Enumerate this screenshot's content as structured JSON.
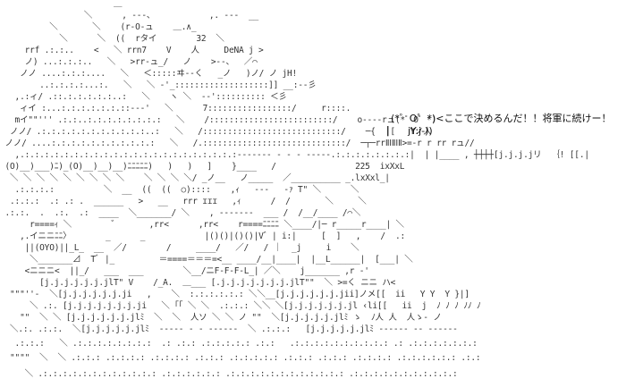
{
  "art": {
    "lines": [
      "                       ＿",
      "                 ＼      , -‐-、           ,. -‐-  __",
      "          ＼       ＼    (r-O-ュ    ＿.∧_      ",
      "            ＼      ＼  ((  rタイ        32  ＼",
      "     rrf .:.:..    <   ＼ rrn7    V    人     DeNA j >",
      "     ノ) ...:.:.:..   ＼   >rr-ュ_/   ノ    >‐-、  ／⌒",
      "    ノノ ....:.:.:....   ＼   ＜:::::ヰ‐‐く   _ノ   )ノ/ ノ jH!",
      "        ..:.:.:.:...:.   ＼   ＼ ‐'_:::::::::::::::::::]] __:-‐彡",
      "   ,.:ィ/ .::.:.:.:.:.:..:   ＼    ヽ ＼  ‐-':::::::::: ＜彡",
      "    ィイ :...:.:.:.:.:.:.::--‐'   ＼      7:::::::::::::::::/     r::::.",
      "   mイ\"\"''' .:.:..:.:.:.:.:.:.:.:   ＼    /:::::::::::::::::::::::::/    o‐‐-‐rュ(*゜O゜*)",
      "  ノノ/ .:.:.:.:.:.:.:.:.:.:.:..:   ＼   /::::::::::::::::::::::::::::/    ─{  ┃[   Yノ人",
      " ノノ/ ....:.:.:.:.:.:.:.:.:.:.:   ＼   /.:::::::::::::::::::::::::::::/  ─┬─rrⅡⅠⅡⅠⅡ>=‐r r rr rュ//",
      "   ,.:.:.:.:.:.:.:.:.:.:.:.:.:.:.:.:.:.:.:.:.:.:‐‐‐‐‐‐‐ ‐ ‐ ‐ ‐‐‐‐‐.:.:.:.:.:.:.:.:|  | |____ , ┼┼┼┼[j.j.j.jリ  ｛! [[.|",
      " (O)__)___)ﾆ)_(O)__)__)__)ﾆﾆﾆﾆﾆ)   )   )   ]    }____   /                225  ixXxL",
      "  ＼ ＼ ＼ ＼ ＼ ＼ ＼ ＼ ＼    ＼ ＼ ＼ ＼/ _ノ__   ノ_____  ／__________ _.lxXxl_|",
      "   .:.:.:.:          ＼  __  ((  ((  ○)::::    ,ｨ   ‐‐‐   -ｧ T\" ＼      ＼",
      "  .:.:.:  .: .: .  ______   >   __   rrr ɪɪɪ   ,ｨ      /  /       ＼     ＼",
      " .:.:.  .  .:.  .:  ____  ＼_______/ ＼    , ‐‐‐---‐  ___ /  /__/____ /⌒＼",
      "      r====ｨ ＼        ゛      ,rr<      ,rr<    r====ﾆﾆﾆﾆ ＼____/|─ r_____r____| ＼",
      "    ,.イニニﾆﾆ〉       _      _            |()()|()()|V゛| i:|     [  ]   ,    /  .:",
      "     ||(OYO)||_L_  __  ／/        /     ____/   ／/   / ｜  _j     i    ＼ ",
      "      ＼_______⊿  Tﾞ |_         ＝====＝＝＝=<__ ____/__|____|  |__L______|  [___| ＼",
      "     <ニニニ<  ||_/   ___  ___        ＼__/ニF‐F‐F‐L_| ／＼    j_______ ,r ‐'",
      "        [j.j.j.j.j.j.jlT\" V    /_A.  ＿___ [.j.j.j.j.j.j.j.jlT\"\"  ＼ >=く ニニ ハ<",
      "  \"\"\"''-  ＼[j.j.j.j.j.j.ji   ,    ＼  :.:.:.:.:.: ＼＼__[j.j.j.j.j.j.jii]ノメ[[  ii   Y Y  Y }|]",
      "      ＼ .:. [j.j.j.j.j.j.j.ji   ＼ ｢｢ ＼ ＼  .:.:.: ＼＼ ＼[j.j.j.j.j.j.jl ‹li[[   ii  j  ﾉ ﾉ ﾉ ﾉﾉ ﾉ",
      "    \"\"  ＼ ＼ [j.j.j.j.j.j.jlﾐ  ＼  ＼  人ソ ＼ ＼ ノ \"\"  ＼[j.j.j.j.j.jlﾐ ゝ  ﾉ人 人  人ゝ‐ ノ",
      "  ＼.:. .:.:.  ＼[j.j.j.j.j.jlﾐ  ‐‐‐‐‐ ‐ ‐ ‐‐‐‐‐‐  ＼ .:.:.:   [j.j.j.j.j.jlﾐ ‐‐‐‐‐‐ ‐‐ ‐‐‐‐‐‐",
      "   .:.:.:   ＼ .:.:.:.:.:.:.:.:  .: .:.: .:.:.:.:.: .:.:   .:.:.:.:.:.:.:.:.:.: .: .:.:.:.:.:.:.:",
      "  \"\"\"\"  ＼  ＼ .:.:.: .:.:.:.: .:.:.:.: .:.:.: .:.:.:.:.: .:.:.: .:.:.: .:.:.:.: .:.:.:.:.:.: .:.:",
      "     ＼ .:.:.:.:.:.:.:.:.:.:.:.: .:.:.:.:.:.: .:.:.:.:.:.:.:.:.:.:.:.: .:.:.:.:.:.:.:.:.:.:.:"
    ],
    "speech": "(*゜O゜*)<ここで決めるんだ！！将軍に続けー！",
    "arm": "jY:j-))"
  }
}
